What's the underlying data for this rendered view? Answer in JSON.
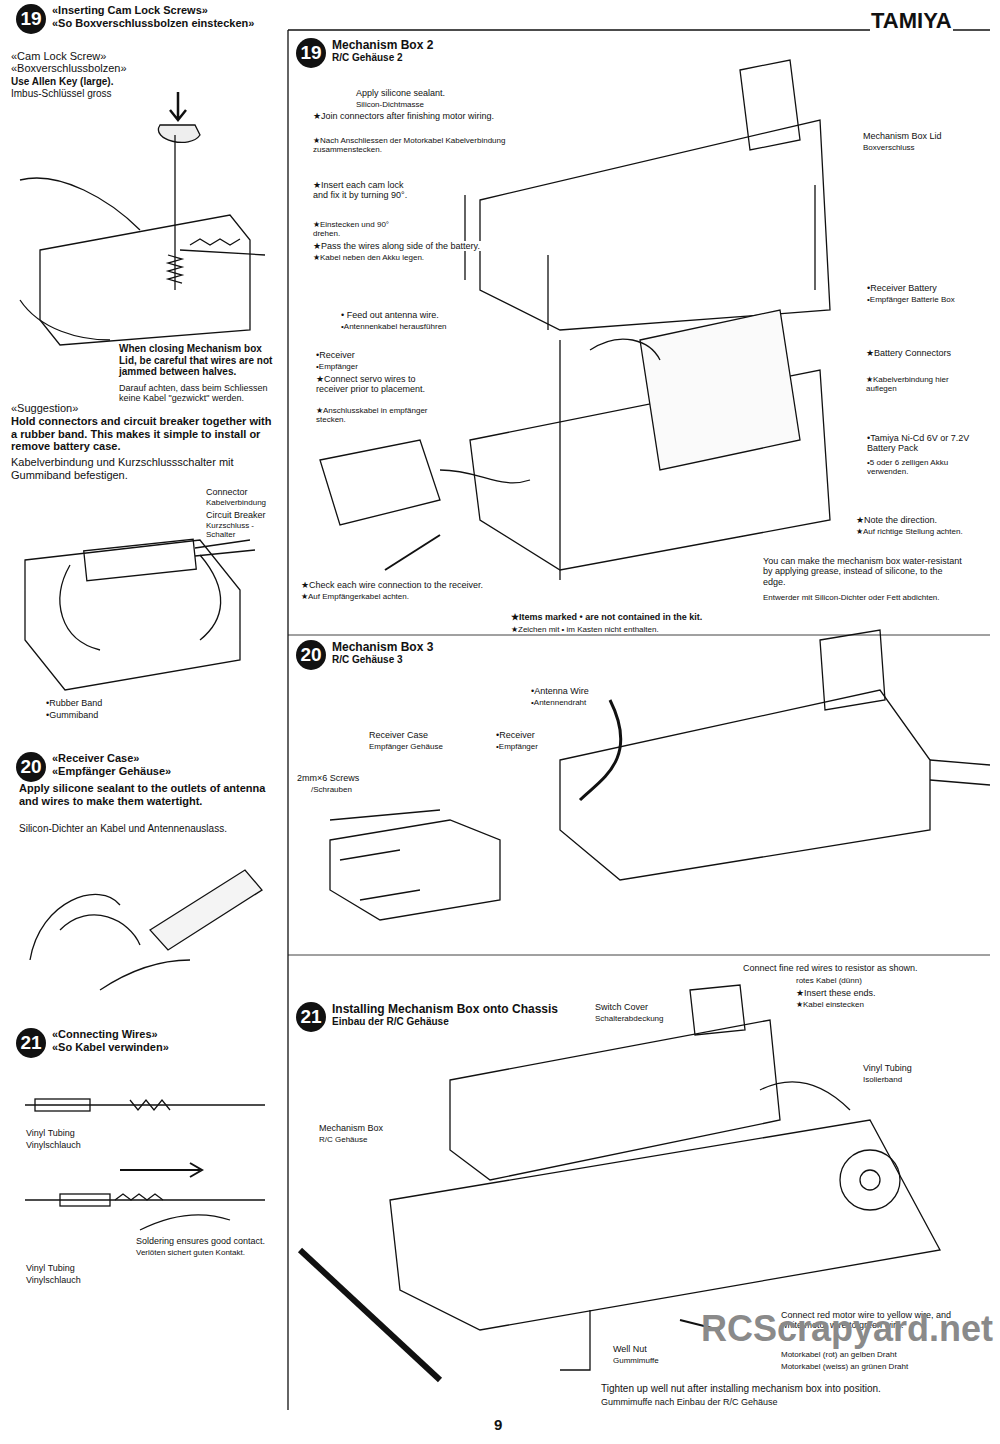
{
  "diagram": {
    "nodes": [
      {
        "text": [
          "19",
          "«Inserting Cam Lock Screws»",
          "«So Boxverschlussbolzen einstecken»"
        ]
      },
      {
        "text": [
          "19",
          "Mechanism Box 2",
          "R/C Gehäuse 2"
        ]
      },
      {
        "text": [
          "20",
          "Mechanism Box 3",
          "R/C Gehäuse 3"
        ]
      },
      {
        "text": [
          "20",
          "«Receiver Case»",
          "«Empfänger Gehäuse»"
        ]
      },
      {
        "text": [
          "21",
          "«Connecting Wires»",
          "«So Kabel verwinden»"
        ]
      },
      {
        "text": [
          "21",
          "Installing Mechanism Box onto Chassis",
          "Einbau der R/C Gehäuse"
        ]
      }
    ],
    "labels": [
      "TAMIYA",
      "«Cam Lock Screw»",
      "«Boxverschlussbolzen»",
      "Use Allen Key (large).",
      "Imbus-Schlüssel gross",
      "When closing Mechanism box Lid, be careful that wires are not jammed between halves.",
      "Darauf achten, dass beim Schliessen keine Kabel \"gezwickt\" werden.",
      "«Suggestion»",
      "Hold connectors and circuit breaker together with a rubber band. This makes it simple to install or remove battery case.",
      "Kabelverbindung und Kurzschlussschalter mit Gummiband befestigen.",
      "Connector",
      "Kabelverbindung",
      "Circuit Breaker",
      "Kurzschluss -Schalter",
      "•Rubber Band",
      "•Gummiband",
      "Apply silicone sealant to the outlets of antenna and wires to make them watertight.",
      "Silicon-Dichter an Kabel und Antennenauslass.",
      "Vinyl Tubing",
      "Vinylschlauch",
      "Soldering ensures good contact.",
      "Verlöten sichert guten Kontakt.",
      "Vinyl Tubing",
      "Vinylschlauch",
      "Apply silicone sealant.",
      "Silicon-Dichtmasse",
      "★Join connectors after finishing motor wiring.",
      "★Nach Anschliessen der Motorkabel Kabelverbindung zusammenstecken.",
      "★Insert each cam lock and fix it by turning 90°.",
      "★Einstecken und 90° drehen.",
      "★Pass the wires along side of the battery.",
      "★Kabel neben den Akku legen.",
      "• Feed out antenna wire.",
      "•Antennenkabel herausführen",
      "•Receiver",
      "•Empfänger",
      "★Connect servo wires to receiver prior to placement.",
      "★Anschlusskabel in empfänger stecken.",
      "Mechanism Box Lid",
      "Boxverschluss",
      "•Receiver Battery",
      "•Empfänger Batterie Box",
      "★Battery Connectors",
      "★Kabelverbindung hier auflegen",
      "•Tamiya Ni-Cd 6V or 7.2V Battery Pack",
      "•5 oder 6 zelligen Akku verwenden.",
      "★Note the direction.",
      "★Auf richtige Stellung achten.",
      "You can make the mechanism box water-resistant by applying grease, instead of silicone, to the edge.",
      "Entwerder mit Silicon-Dichter oder Fett abdichten.",
      "★Check each wire connection to the receiver.",
      "★Auf Empfängerkabel achten.",
      "★Items marked • are not contained in the kit.",
      "★Zeichen mit • im Kasten nicht enthalten.",
      "•Antenna Wire",
      "•Antennendraht",
      "Receiver Case",
      "Empfänger Gehäuse",
      "•Receiver",
      "•Empfänger",
      "2mm×6 Screws",
      "/Schrauben",
      "Connect fine red wires to resistor as shown.",
      "rotes Kabel (dünn)",
      "★Insert these ends.",
      "★Kabel einstecken",
      "Switch Cover",
      "Schalterabdeckung",
      "Vinyl Tubing",
      "Isolierband",
      "Mechanism Box",
      "R/C Gehäuse",
      "Well Nut",
      "Gummimuffe",
      "Connect red motor wire to yellow wire, and white motor wire to green wire.",
      "Motorkabel (rot) an gelben Draht",
      "Motorkabel (weiss) an grünen Draht",
      "Tighten up well nut after installing mechanism box into position.",
      "Gummimuffe nach Einbau der R/C Gehäuse",
      "9",
      "RCScrapyard.net"
    ]
  }
}
